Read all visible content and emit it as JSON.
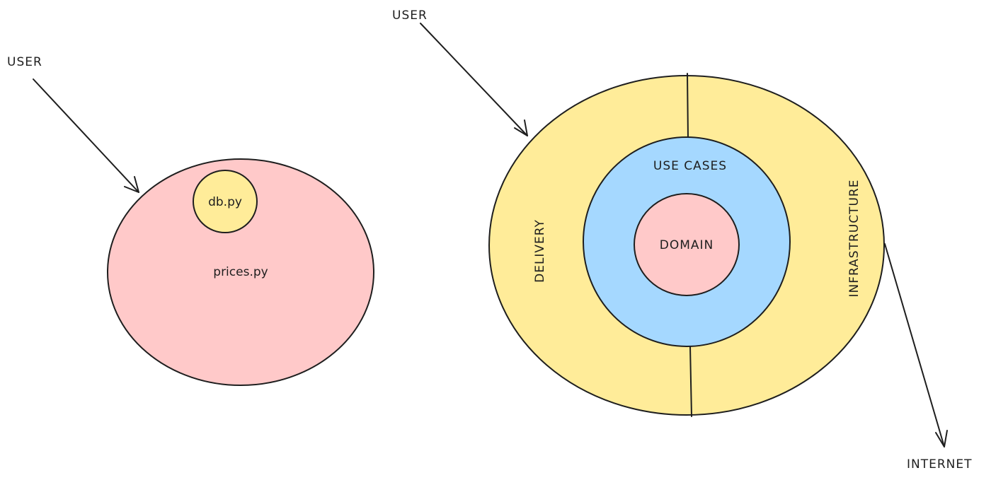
{
  "colors": {
    "stroke": "#1e1e1e",
    "pink": "#ffc9c9",
    "yellow": "#ffec99",
    "blue": "#a5d8ff"
  },
  "left_diagram": {
    "user_label": "USER",
    "outer_label": "prices.py",
    "inner_label": "db.py"
  },
  "right_diagram": {
    "user_label": "USER",
    "delivery_label": "DELIVERY",
    "infrastructure_label": "INFRASTRUCTURE",
    "use_cases_label": "USE CASES",
    "domain_label": "DOMAIN",
    "internet_label": "INTERNET"
  }
}
